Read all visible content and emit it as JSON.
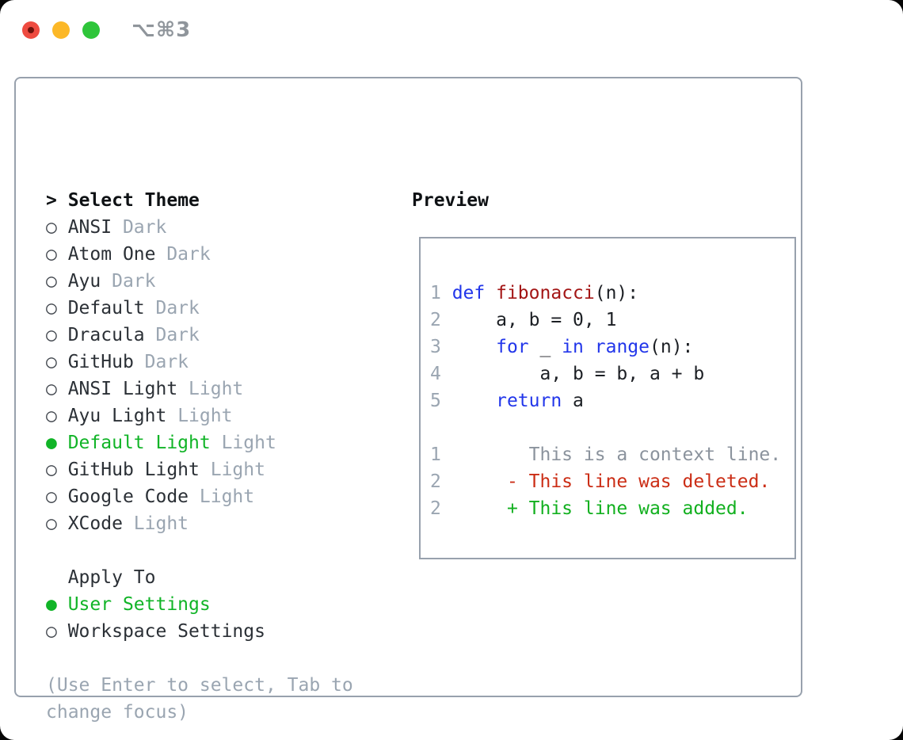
{
  "window": {
    "titlebar": {
      "shortcut_label": "⌥⌘3"
    }
  },
  "theme_picker": {
    "header_marker": ">",
    "header": "Select Theme",
    "unselected_glyph": "○",
    "selected_glyph": "●",
    "options": [
      {
        "name": "ANSI",
        "variant": "Dark",
        "selected": false
      },
      {
        "name": "Atom One",
        "variant": "Dark",
        "selected": false
      },
      {
        "name": "Ayu",
        "variant": "Dark",
        "selected": false
      },
      {
        "name": "Default",
        "variant": "Dark",
        "selected": false
      },
      {
        "name": "Dracula",
        "variant": "Dark",
        "selected": false
      },
      {
        "name": "GitHub",
        "variant": "Dark",
        "selected": false
      },
      {
        "name": "ANSI Light",
        "variant": "Light",
        "selected": false
      },
      {
        "name": "Ayu Light",
        "variant": "Light",
        "selected": false
      },
      {
        "name": "Default Light",
        "variant": "Light",
        "selected": true
      },
      {
        "name": "GitHub Light",
        "variant": "Light",
        "selected": false
      },
      {
        "name": "Google Code",
        "variant": "Light",
        "selected": false
      },
      {
        "name": "XCode",
        "variant": "Light",
        "selected": false
      }
    ]
  },
  "apply_to": {
    "header": "Apply To",
    "options": [
      {
        "name": "User Settings",
        "selected": true
      },
      {
        "name": "Workspace Settings",
        "selected": false
      }
    ]
  },
  "hint_lines": [
    "(Use Enter to select, Tab to",
    "change focus)"
  ],
  "preview": {
    "header": "Preview",
    "code_lines": [
      {
        "num": "1",
        "tokens": [
          {
            "text": "def",
            "type": "keyword"
          },
          {
            "text": " ",
            "type": "plain"
          },
          {
            "text": "fibonacci",
            "type": "function"
          },
          {
            "text": "(n):",
            "type": "plain"
          }
        ]
      },
      {
        "num": "2",
        "tokens": [
          {
            "text": "    a, b = 0, 1",
            "type": "plain"
          }
        ]
      },
      {
        "num": "3",
        "tokens": [
          {
            "text": "    ",
            "type": "plain"
          },
          {
            "text": "for",
            "type": "keyword"
          },
          {
            "text": " _ ",
            "type": "plain"
          },
          {
            "text": "in",
            "type": "keyword"
          },
          {
            "text": " ",
            "type": "plain"
          },
          {
            "text": "range",
            "type": "keyword"
          },
          {
            "text": "(n):",
            "type": "plain"
          }
        ]
      },
      {
        "num": "4",
        "tokens": [
          {
            "text": "        a, b = b, a + b",
            "type": "plain"
          }
        ]
      },
      {
        "num": "5",
        "tokens": [
          {
            "text": "    ",
            "type": "plain"
          },
          {
            "text": "return",
            "type": "keyword"
          },
          {
            "text": " a",
            "type": "plain"
          }
        ]
      }
    ],
    "diff_lines": [
      {
        "num": "1",
        "prefix": "        ",
        "text": "This is a context line.",
        "kind": "context"
      },
      {
        "num": "2",
        "prefix": "      - ",
        "text": "This line was deleted.",
        "kind": "deleted"
      },
      {
        "num": "2",
        "prefix": "      + ",
        "text": "This line was added.",
        "kind": "added"
      }
    ]
  },
  "colors": {
    "accent_green": "#11b427",
    "keyword_blue": "#2236ea",
    "function_red": "#a31515",
    "deleted_red": "#cb2d15",
    "added_green": "#12b01f",
    "context_gray": "#8b939d",
    "muted_gray": "#9aa5b1",
    "text_dark": "#2b3036",
    "border_gray": "#98a1ad",
    "traffic_red": "#ee4b40",
    "traffic_yellow": "#fcb827",
    "traffic_green": "#2ec53a"
  }
}
